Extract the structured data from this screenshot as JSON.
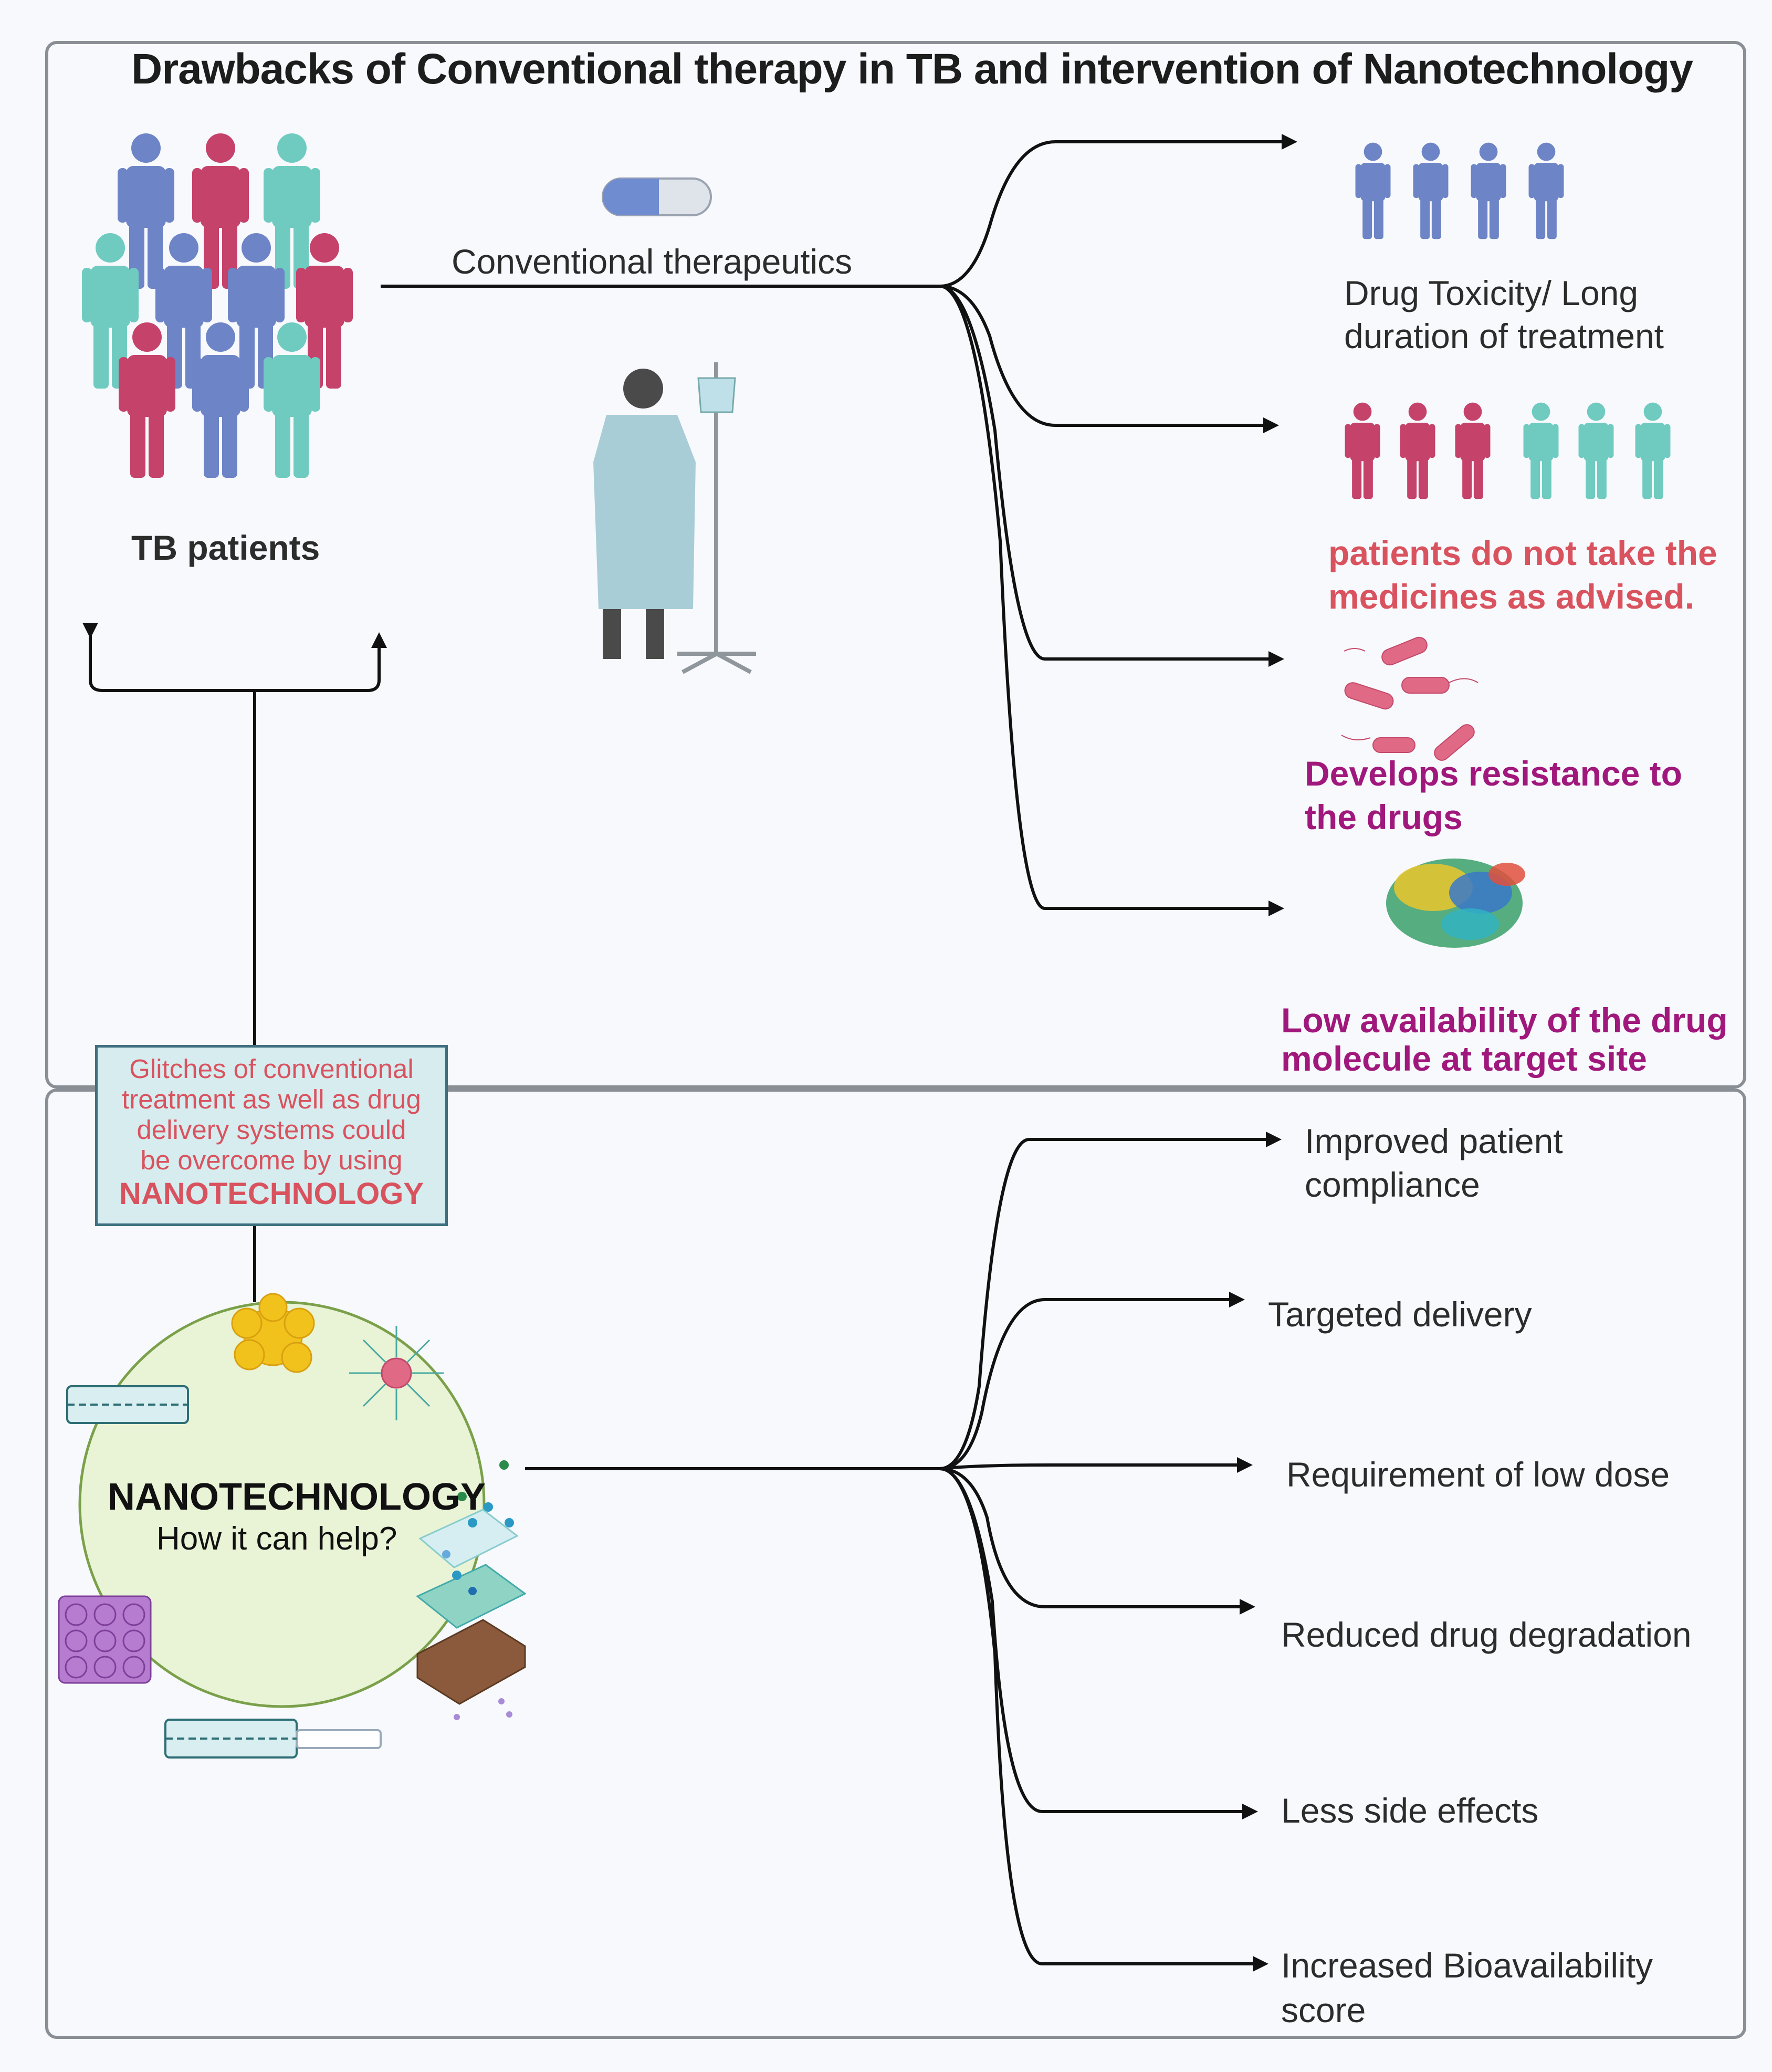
{
  "title": "Drawbacks of Conventional therapy in TB and intervention of Nanotechnology",
  "top_panel": {
    "patients_label": "TB patients",
    "therapy_label": "Conventional therapeutics",
    "outcomes": [
      {
        "line1": "Drug Toxicity/ Long",
        "line2": "duration of treatment"
      },
      {
        "line1": "patients  do not take the",
        "line2": "medicines as advised."
      },
      {
        "line1": "Develops resistance to",
        "line2": "the drugs"
      },
      {
        "line1": "Low availability of the drug",
        "line2": "molecule at target site"
      }
    ]
  },
  "callout": {
    "lines": [
      "Glitches of conventional",
      "treatment as well as drug",
      "delivery systems could",
      "be overcome by using"
    ],
    "highlight": "NANOTECHNOLOGY"
  },
  "bottom_panel": {
    "circle_title": "NANOTECHNOLOGY",
    "circle_subtitle": "How it can help?",
    "benefits": [
      {
        "line1": "Improved patient",
        "line2": "compliance"
      },
      {
        "line1": "Targeted delivery",
        "line2": ""
      },
      {
        "line1": "Requirement of low dose",
        "line2": ""
      },
      {
        "line1": "Reduced drug degradation",
        "line2": ""
      },
      {
        "line1": "Less side effects",
        "line2": ""
      },
      {
        "line1": "Increased Bioavailability",
        "line2": "score"
      }
    ]
  },
  "colors": {
    "blue_person": "#6d84c6",
    "red_person": "#c5426a",
    "teal_person": "#6fcbc0",
    "red_text": "#d9535f",
    "purple_text": "#a0187c",
    "circle_fill": "#e9f3d6",
    "circle_stroke": "#7aa04a"
  },
  "icons": [
    "person-icon",
    "capsule-icon",
    "iv-patient-icon",
    "bacteria-icon",
    "protein-icon",
    "nanotube-icon",
    "dendrimer-icon",
    "micelle-icon",
    "nanocube-icon",
    "nanosheet-icon"
  ]
}
